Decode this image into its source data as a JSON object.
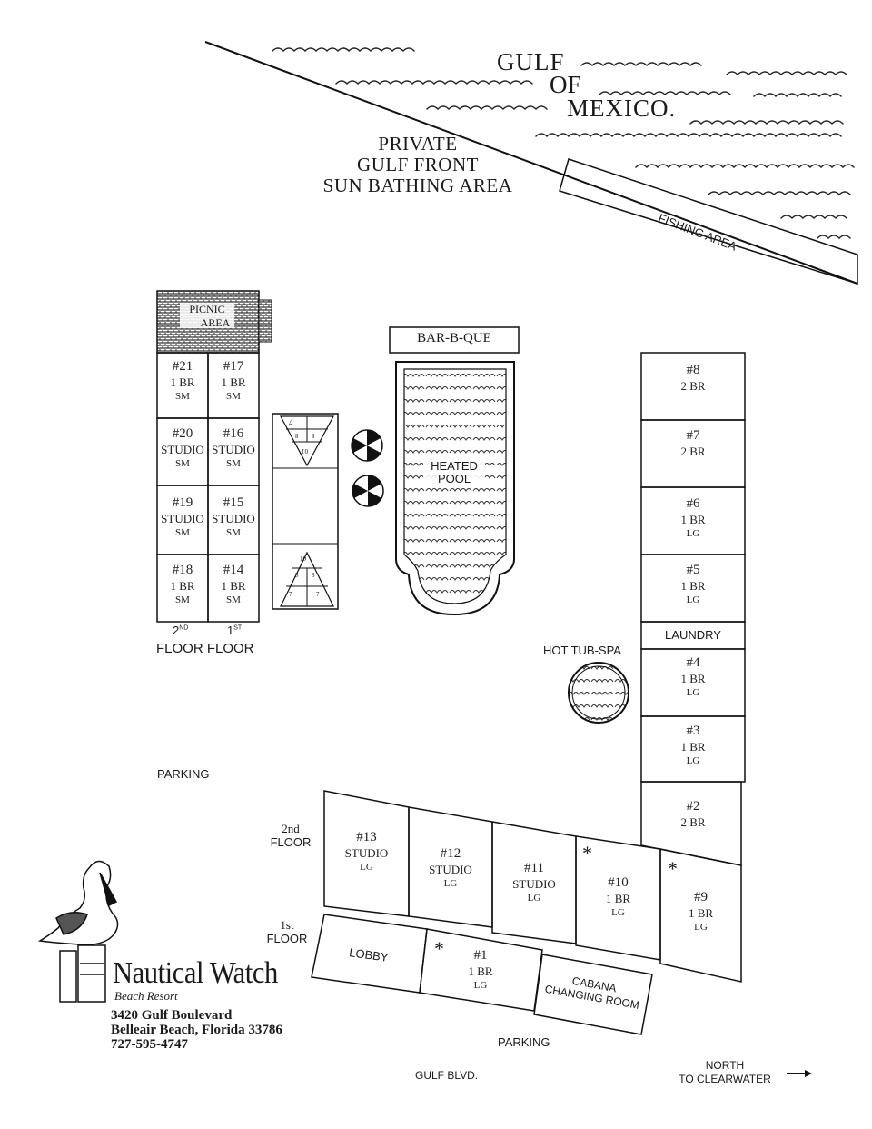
{
  "water": {
    "line1": "GULF",
    "line2": "OF",
    "line3": "MEXICO."
  },
  "beach": {
    "line1": "PRIVATE",
    "line2": "GULF FRONT",
    "line3": "SUN BATHING AREA"
  },
  "fishing": "FISHING AREA",
  "picnic": {
    "line1": "PICNIC",
    "line2": "AREA"
  },
  "barbeque": "BAR-B-QUE",
  "pool": {
    "line1": "HEATED",
    "line2": "POOL"
  },
  "hot_tub": "HOT TUB-SPA",
  "laundry": "LAUNDRY",
  "lobby": "LOBBY",
  "cabana": {
    "line1": "CABANA",
    "line2": "CHANGING ROOM"
  },
  "parking_west": "PARKING",
  "parking_south": "PARKING",
  "road": "GULF BLVD.",
  "north": {
    "line1": "NORTH",
    "line2": "TO CLEARWATER"
  },
  "floors_left": {
    "second_num": "2",
    "second_sup": "ND",
    "first_num": "1",
    "first_sup": "ST",
    "caption": "FLOOR FLOOR"
  },
  "floors_south": {
    "second_a": "2nd",
    "second_b": "FLOOR",
    "first_a": "1st",
    "first_b": "FLOOR"
  },
  "star": "*",
  "units_west": [
    {
      "num": "#21",
      "type": "1 BR",
      "size": "SM"
    },
    {
      "num": "#17",
      "type": "1 BR",
      "size": "SM"
    },
    {
      "num": "#20",
      "type": "STUDIO",
      "size": "SM"
    },
    {
      "num": "#16",
      "type": "STUDIO",
      "size": "SM"
    },
    {
      "num": "#19",
      "type": "STUDIO",
      "size": "SM"
    },
    {
      "num": "#15",
      "type": "STUDIO",
      "size": "SM"
    },
    {
      "num": "#18",
      "type": "1 BR",
      "size": "SM"
    },
    {
      "num": "#14",
      "type": "1 BR",
      "size": "SM"
    }
  ],
  "units_east": [
    {
      "num": "#8",
      "type": "2 BR",
      "size": ""
    },
    {
      "num": "#7",
      "type": "2 BR",
      "size": ""
    },
    {
      "num": "#6",
      "type": "1 BR",
      "size": "LG"
    },
    {
      "num": "#5",
      "type": "1 BR",
      "size": "LG"
    },
    {
      "num": "#4",
      "type": "1 BR",
      "size": "LG"
    },
    {
      "num": "#3",
      "type": "1 BR",
      "size": "LG"
    },
    {
      "num": "#2",
      "type": "2 BR",
      "size": ""
    }
  ],
  "units_south": [
    {
      "num": "#13",
      "type": "STUDIO",
      "size": "LG"
    },
    {
      "num": "#12",
      "type": "STUDIO",
      "size": "LG"
    },
    {
      "num": "#11",
      "type": "STUDIO",
      "size": "LG"
    },
    {
      "num": "#10",
      "type": "1 BR",
      "size": "LG"
    },
    {
      "num": "#9",
      "type": "1 BR",
      "size": "LG"
    },
    {
      "num": "#1",
      "type": "1 BR",
      "size": "LG"
    }
  ],
  "shuffleboard_numbers": [
    "7",
    "8",
    "8",
    "01",
    "10",
    "8",
    "8",
    "7",
    "7"
  ],
  "brand": {
    "name": "Nautical Watch",
    "tagline": "Beach Resort",
    "address1": "3420 Gulf Boulevard",
    "address2": "Belleair Beach, Florida 33786",
    "phone": "727-595-4747"
  },
  "colors": {
    "ink": "#1a1a1a",
    "paper": "#ffffff",
    "hatch": "#333333"
  },
  "icons": [
    "wave-icon",
    "umbrella-icon",
    "pelican-logo-icon",
    "arrow-right-icon"
  ]
}
